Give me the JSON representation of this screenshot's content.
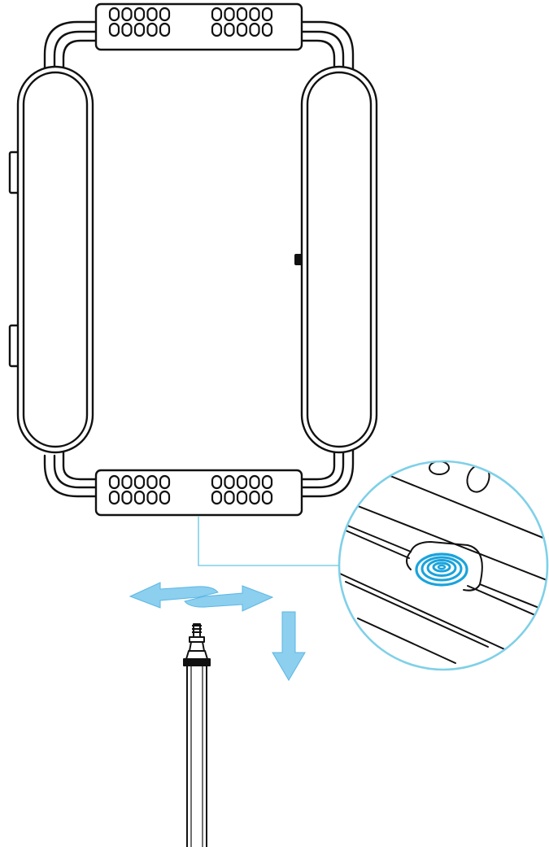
{
  "device": {
    "icon": "robot-window-cleaner-top-view",
    "outline_color": "#111111",
    "fill_color": "#ffffff"
  },
  "callout": {
    "icon": "magnified-bottom-threaded-socket",
    "border_color": "#7fd0e8",
    "highlight_color": "#1aa3dc"
  },
  "instruction": {
    "rotate_icon": "rotate-arrows-icon",
    "down_icon": "down-arrow-icon",
    "arrow_color": "#8ccfef"
  },
  "pole": {
    "icon": "extension-pole",
    "band_color": "#111111"
  }
}
